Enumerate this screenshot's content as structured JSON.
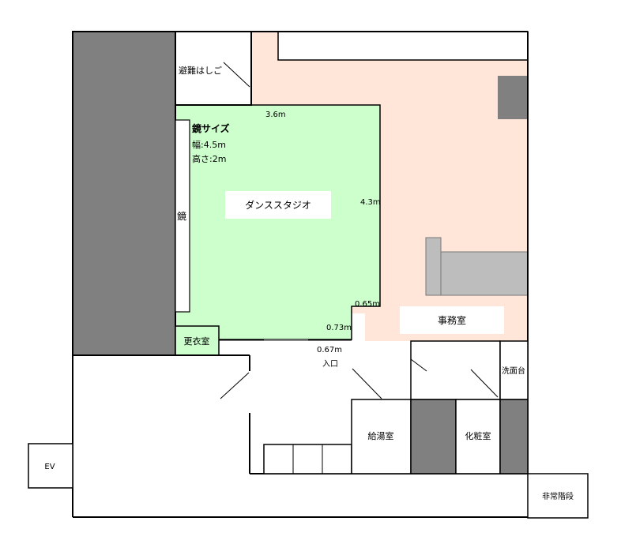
{
  "labels": {
    "escape_ladder": "避難はしご",
    "mirror_size": "鏡サイズ",
    "mirror_width": "幅:4.5m",
    "mirror_height": "高さ:2m",
    "mirror": "鏡",
    "dance_studio": "ダンススタジオ",
    "dim_top": "3.6m",
    "dim_right": "4.3m",
    "dim_notch_h": "0.65m",
    "dim_notch_v": "0.73m",
    "dim_entry": "0.67m",
    "entrance": "入口",
    "office": "事務室",
    "changing_room": "更衣室",
    "washbasin": "洗面台",
    "kitchenette": "給湯室",
    "powder_room": "化粧室",
    "ev": "EV",
    "emergency_stairs": "非常階段"
  },
  "colors": {
    "studio": "#ccffcc",
    "office": "#ffe6d9",
    "wall_block": "#808080",
    "sofa": "#bdbdbd",
    "line": "#000000"
  }
}
